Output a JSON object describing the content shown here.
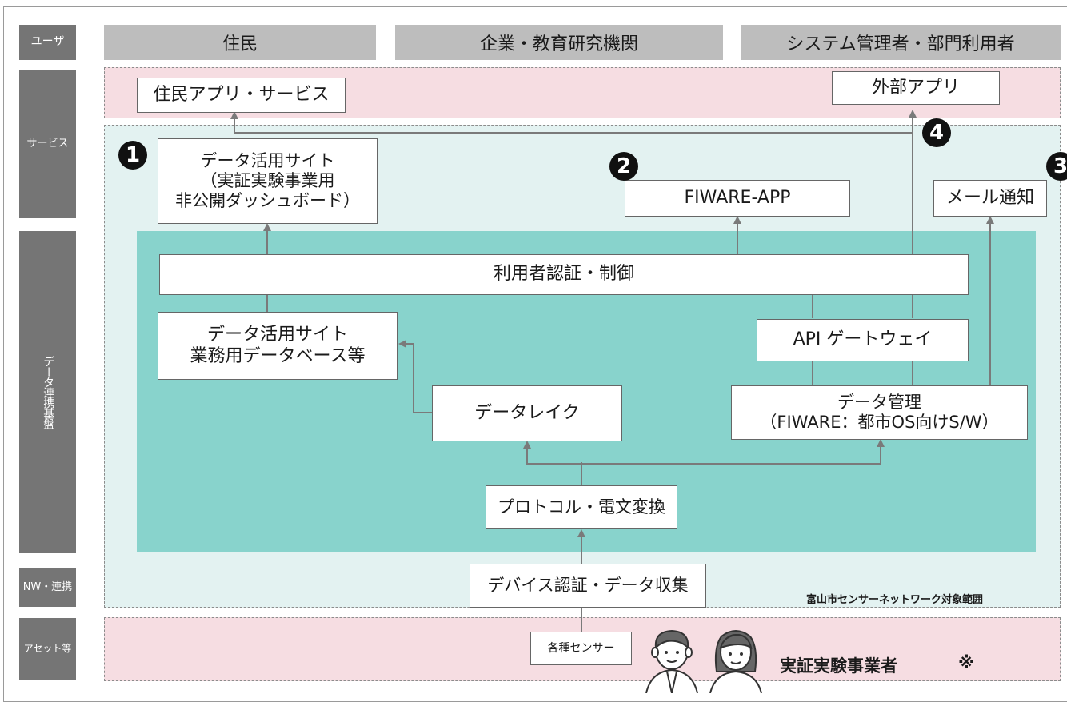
{
  "left_labels": {
    "user": "ユーザ",
    "service": "サービス",
    "platform": "データ連携基盤",
    "nw": "NW・連携",
    "asset": "アセット等"
  },
  "users": [
    "住民",
    "企業・教育研究機関",
    "システム管理者・部門利用者"
  ],
  "services": {
    "resident_app": "住民アプリ・サービス",
    "external_app": "外部アプリ"
  },
  "nodes": {
    "data_site_public_line1": "データ活用サイト",
    "data_site_public_line2": "（実証実験事業用",
    "data_site_public_line3": "非公開ダッシュボード）",
    "fiware_app": "FIWARE-APP",
    "mail": "メール通知",
    "auth": "利用者認証・制御",
    "data_site_biz_line1": "データ活用サイト",
    "data_site_biz_line2": "業務用データベース等",
    "api_gw": "API ゲートウェイ",
    "data_lake": "データレイク",
    "data_mgmt_line1": "データ管理",
    "data_mgmt_line2": "（FIWARE：都市OS向けS/W）",
    "protocol": "プロトコル・電文変換",
    "device_auth": "デバイス認証・データ収集",
    "sensors": "各種センサー"
  },
  "markers": [
    "1",
    "2",
    "3",
    "4"
  ],
  "scope_note": "富山市センサーネットワーク対象範囲",
  "operator": "実証実験事業者",
  "operator_note": "※",
  "colors": {
    "label_gray": "#757575",
    "user_gray": "#bdbdbd",
    "service_pink": "#f6dde2",
    "platform_light": "#e3f2f1",
    "platform_teal": "#88d3cc",
    "line_gray": "#7a7a7a"
  },
  "icons": [
    "person-male-icon",
    "person-female-icon"
  ]
}
